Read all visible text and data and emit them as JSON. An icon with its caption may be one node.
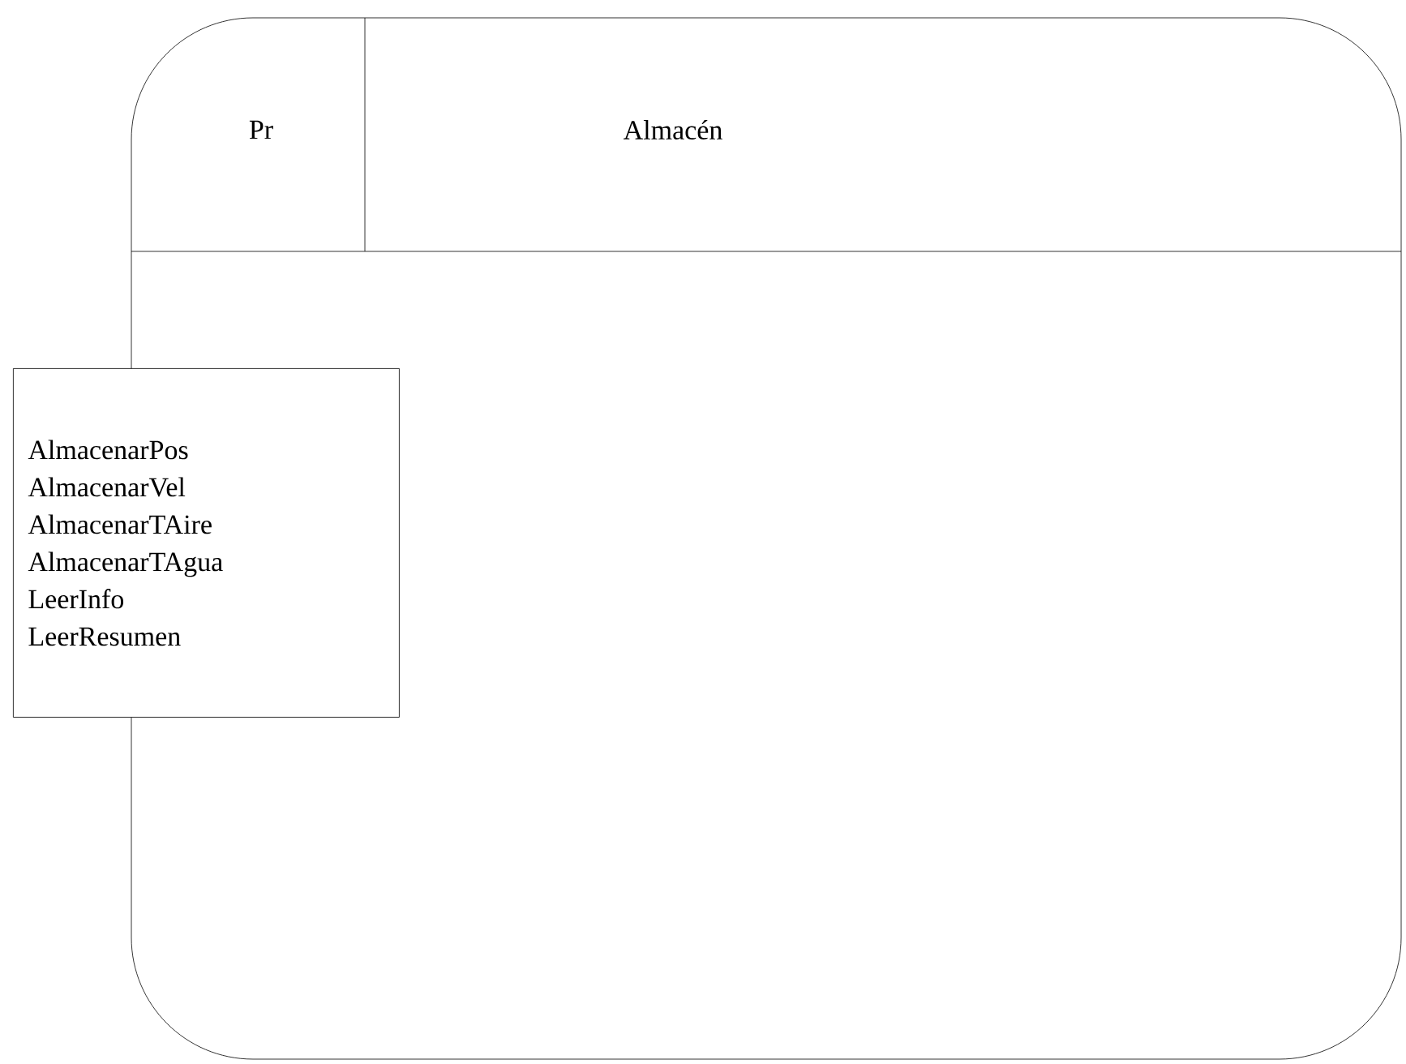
{
  "diagram": {
    "nodes": [
      {
        "text": [
          "Pr",
          "Almacén"
        ]
      },
      {
        "text": [
          "AlmacenarPos",
          "AlmacenarVel",
          "AlmacenarTAire",
          "AlmacenarTAgua",
          "LeerInfo",
          "LeerResumen"
        ]
      }
    ]
  }
}
